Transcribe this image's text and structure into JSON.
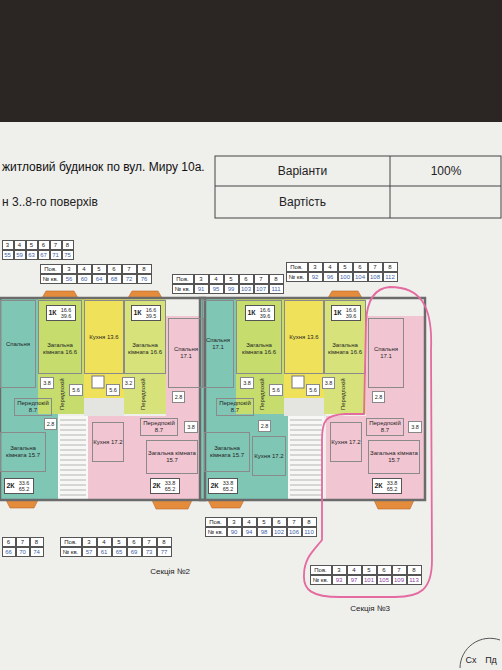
{
  "diagram": {
    "title": "житловий будинок по вул. Миру 10а.",
    "nodes": [
      {
        "text": [
          "Спальня"
        ]
      },
      {
        "text": [
          "Загальна кімната 16.6"
        ]
      },
      {
        "text": [
          "1К",
          "16.6 39.6"
        ],
        "in": 1
      },
      {
        "text": [
          "3.8"
        ]
      },
      {
        "text": [
          "Передпокій"
        ]
      },
      {
        "text": [
          "Кухня 13.6"
        ]
      },
      {
        "text": [
          "5.6"
        ]
      },
      {
        "text": [
          "5.6"
        ]
      },
      {
        "text": [
          "Загальна кімната 16.6"
        ]
      },
      {
        "text": [
          "1К",
          "16.6 39.5"
        ],
        "in": 8
      },
      {
        "text": [
          "3.2"
        ]
      },
      {
        "text": [
          "Передпокій"
        ]
      },
      {
        "text": [
          "Спальня 17.1"
        ]
      },
      {
        "text": [
          "2.8"
        ]
      },
      {
        "text": [
          "Передпокій 8.7"
        ]
      },
      {
        "text": [
          "2.8"
        ]
      },
      {
        "text": [
          "Загальна кімната 15.7"
        ]
      },
      {
        "text": [
          "2К",
          "33.6 65.2"
        ]
      },
      {
        "text": [
          "Кухня 17.2"
        ]
      },
      {
        "text": [
          "Передпокій 8.7"
        ]
      },
      {
        "text": [
          "3.8"
        ]
      },
      {
        "text": [
          "Загальна кімната 15.7"
        ]
      },
      {
        "text": [
          "2К",
          "33.8 65.2"
        ]
      },
      {
        "text": [
          "Спальня 17.1"
        ]
      },
      {
        "text": [
          "Загальна кімната 16.6"
        ]
      },
      {
        "text": [
          "1К",
          "16.6 39.6"
        ],
        "in": 24
      },
      {
        "text": [
          "3.8"
        ]
      },
      {
        "text": [
          "Передпокій"
        ]
      },
      {
        "text": [
          "Кухня 13.6"
        ]
      },
      {
        "text": [
          "5.6"
        ]
      },
      {
        "text": [
          "5.6"
        ]
      },
      {
        "text": [
          "Загальна кімната 16.6"
        ]
      },
      {
        "text": [
          "1К",
          "16.6 39.6"
        ],
        "in": 31
      },
      {
        "text": [
          "3.8"
        ]
      },
      {
        "text": [
          "Передпокій"
        ]
      },
      {
        "text": [
          "Спальня 17.1"
        ]
      },
      {
        "text": [
          "2.8"
        ]
      },
      {
        "text": [
          "Передпокій 8.7"
        ]
      },
      {
        "text": [
          "2.8"
        ]
      },
      {
        "text": [
          "Загальна кімната 15.7"
        ]
      },
      {
        "text": [
          "2К",
          "33.8 65.2"
        ]
      },
      {
        "text": [
          "Кухня 17.2"
        ]
      },
      {
        "text": [
          "Кухня 17.2"
        ]
      },
      {
        "text": [
          "Передпокій 8.7"
        ]
      },
      {
        "text": [
          "3.8"
        ]
      },
      {
        "text": [
          "Загальна кімната 15.7"
        ]
      },
      {
        "text": [
          "2К",
          "33.8 65.2"
        ]
      }
    ],
    "labels": [
      "н 3..8-го поверхів",
      "Варіанти",
      "100%",
      "Вартість",
      "3",
      "4",
      "5",
      "6",
      "7",
      "8",
      "55",
      "59",
      "63",
      "67",
      "71",
      "75",
      "Пов.",
      "3",
      "4",
      "5",
      "6",
      "7",
      "8",
      "№ кв.",
      "56",
      "60",
      "64",
      "68",
      "72",
      "76",
      "Пов.",
      "3",
      "4",
      "5",
      "6",
      "7",
      "8",
      "№ кв.",
      "91",
      "95",
      "99",
      "103",
      "107",
      "111",
      "Пов.",
      "3",
      "4",
      "5",
      "6",
      "7",
      "8",
      "№ кв.",
      "92",
      "96",
      "100",
      "104",
      "108",
      "112",
      "6",
      "7",
      "8",
      "66",
      "70",
      "74",
      "Пов.",
      "3",
      "4",
      "5",
      "6",
      "7",
      "8",
      "№ кв.",
      "57",
      "61",
      "65",
      "69",
      "73",
      "77",
      "Пов.",
      "3",
      "4",
      "5",
      "6",
      "7",
      "8",
      "№ кв.",
      "90",
      "94",
      "98",
      "102",
      "106",
      "110",
      "Пов.",
      "3",
      "4",
      "5",
      "6",
      "7",
      "8",
      "№ кв.",
      "93",
      "97",
      "101",
      "105",
      "109",
      "113",
      "Секція №2",
      "Секція №3",
      "Сх",
      "Пд"
    ]
  }
}
